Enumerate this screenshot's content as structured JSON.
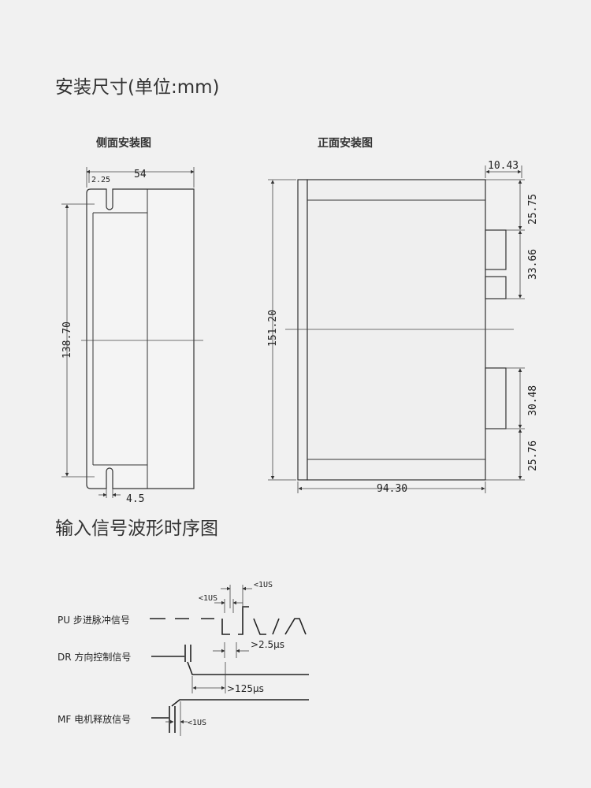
{
  "headings": {
    "install_title": "安装尺寸(单位:mm)",
    "side_view": "侧面安装图",
    "front_view": "正面安装图",
    "timing_title": "输入信号波形时序图"
  },
  "side_dims": {
    "width": "54",
    "notch_offset": "2.25",
    "height": "138.70",
    "slot_width": "4.5"
  },
  "front_dims": {
    "height": "151.20",
    "width": "94.30",
    "ear": "10.43",
    "seg1": "25.75",
    "seg2": "33.66",
    "seg3": "30.48",
    "seg4": "25.76"
  },
  "signals": {
    "pu": "PU 步进脉冲信号",
    "dr": "DR 方向控制信号",
    "mf": "MF 电机释放信号"
  },
  "timing": {
    "t1": "<1US",
    "t2": "<1US",
    "t3": ">2.5μs",
    "t4": ">125μs",
    "t5": "<1US"
  }
}
